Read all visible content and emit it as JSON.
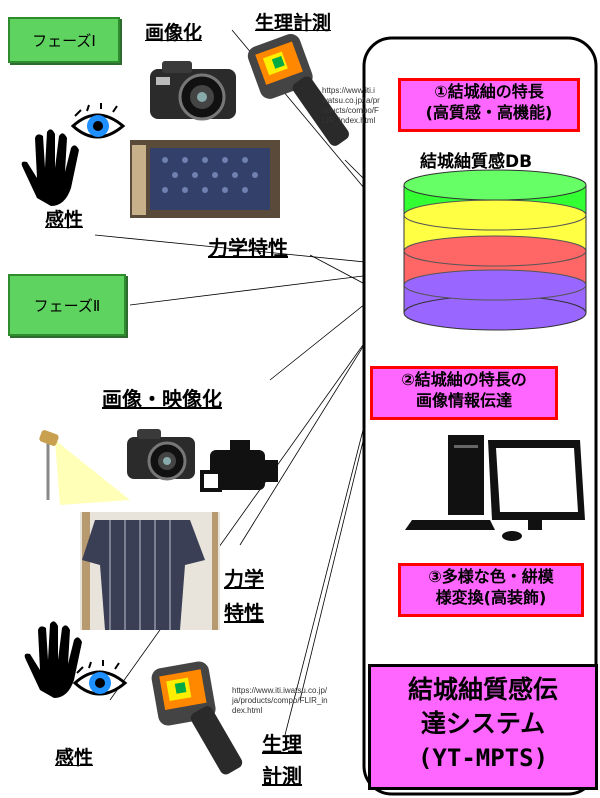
{
  "phases": {
    "phase1": "フェーズⅠ",
    "phase2": "フェーズⅡ"
  },
  "labels": {
    "imaging": "画像化",
    "physio_top": "生理計測",
    "kansei_top": "感性",
    "mechanical_top": "力学特性",
    "image_video": "画像・映像化",
    "mechanical_bottom_1": "力学",
    "mechanical_bottom_2": "特性",
    "kansei_bottom": "感性",
    "physio_bottom_1": "生理",
    "physio_bottom_2": "計測"
  },
  "urls": {
    "top": "https://www.iti.iwatsu.co.jp/ja/products/compo/FLIR_index.html",
    "bottom": "https://www.iti.iwatsu.co.jp/ja/products/compo/FLIR_index.html"
  },
  "features": {
    "f1_line1": "①結城紬の特長",
    "f1_line2": "(高質感・高機能)",
    "db_title": "結城紬質感DB",
    "f2_line1": "②結城紬の特長の",
    "f2_line2": "画像情報伝達",
    "f3_line1": "③多様な色・絣模",
    "f3_line2": "様変換(高装飾)"
  },
  "system": {
    "line1": "結城紬質感伝",
    "line2": "達システム",
    "line3": "(YT-MPTS)"
  },
  "colors": {
    "phase_green": "#5fd35f",
    "pink": "#ff66ff",
    "red_border": "#ff0000",
    "db_green": "#33ff33",
    "db_yellow": "#ffff44",
    "db_red": "#ff6666",
    "db_purple": "#9966ff"
  },
  "icons": [
    "camera-icon",
    "thermal-camera-icon",
    "eye-icon",
    "hand-icon",
    "lamp-icon",
    "video-camera-icon",
    "computer-icon"
  ]
}
